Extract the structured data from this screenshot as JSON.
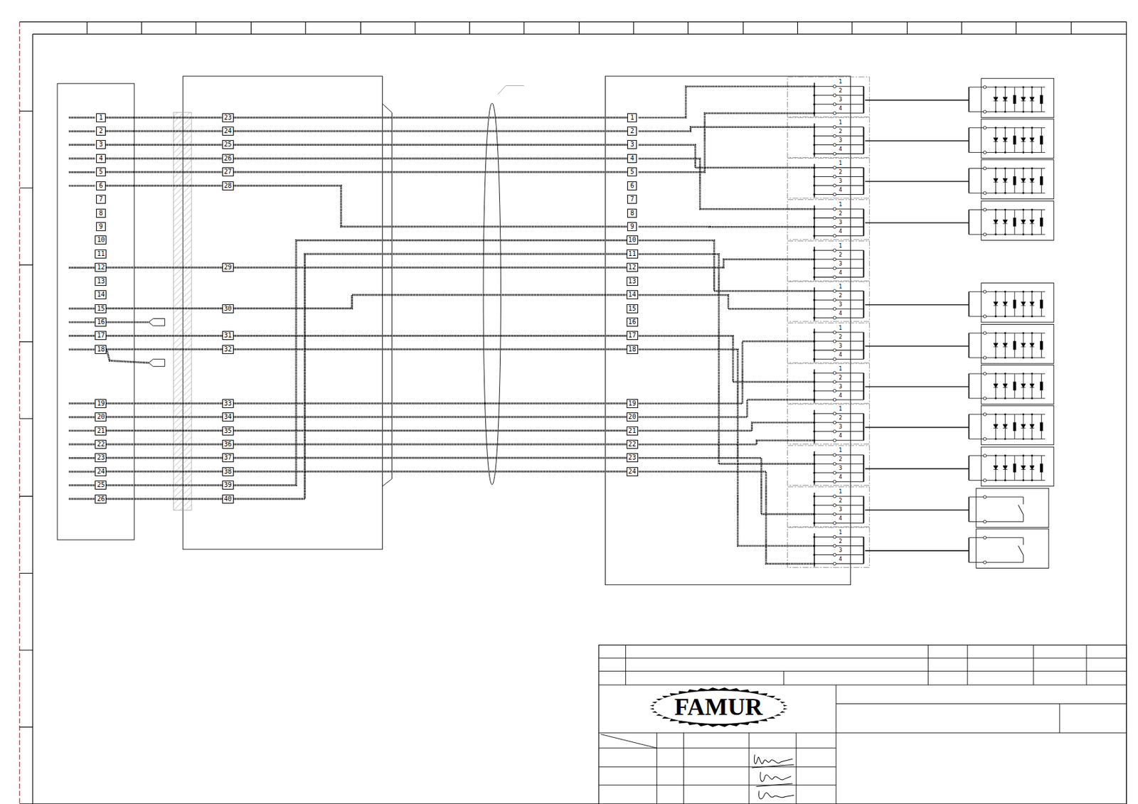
{
  "diagram": {
    "nodes": [
      {
        "text": [
          "1"
        ]
      },
      {
        "text": [
          "2"
        ]
      },
      {
        "text": [
          "3"
        ]
      },
      {
        "text": [
          "4"
        ]
      },
      {
        "text": [
          "5"
        ]
      },
      {
        "text": [
          "6"
        ]
      },
      {
        "text": [
          "7"
        ]
      },
      {
        "text": [
          "8"
        ]
      },
      {
        "text": [
          "9"
        ]
      },
      {
        "text": [
          "10"
        ]
      },
      {
        "text": [
          "11"
        ]
      },
      {
        "text": [
          "12"
        ]
      },
      {
        "text": [
          "13"
        ]
      },
      {
        "text": [
          "14"
        ]
      },
      {
        "text": [
          "15"
        ]
      },
      {
        "text": [
          "16"
        ]
      },
      {
        "text": [
          "17"
        ]
      },
      {
        "text": [
          "18"
        ]
      },
      {
        "text": [
          "19"
        ]
      },
      {
        "text": [
          "20"
        ]
      },
      {
        "text": [
          "21"
        ]
      },
      {
        "text": [
          "22"
        ]
      },
      {
        "text": [
          "23"
        ]
      },
      {
        "text": [
          "24"
        ]
      },
      {
        "text": [
          "25"
        ]
      },
      {
        "text": [
          "26"
        ]
      },
      {
        "text": [
          "23"
        ]
      },
      {
        "text": [
          "24"
        ]
      },
      {
        "text": [
          "25"
        ]
      },
      {
        "text": [
          "26"
        ]
      },
      {
        "text": [
          "27"
        ]
      },
      {
        "text": [
          "28"
        ]
      },
      {
        "text": [
          "29"
        ]
      },
      {
        "text": [
          "30"
        ]
      },
      {
        "text": [
          "31"
        ]
      },
      {
        "text": [
          "32"
        ]
      },
      {
        "text": [
          "33"
        ]
      },
      {
        "text": [
          "34"
        ]
      },
      {
        "text": [
          "35"
        ]
      },
      {
        "text": [
          "36"
        ]
      },
      {
        "text": [
          "37"
        ]
      },
      {
        "text": [
          "38"
        ]
      },
      {
        "text": [
          "39"
        ]
      },
      {
        "text": [
          "40"
        ]
      },
      {
        "text": [
          "1"
        ]
      },
      {
        "text": [
          "2"
        ]
      },
      {
        "text": [
          "3"
        ]
      },
      {
        "text": [
          "4"
        ]
      },
      {
        "text": [
          "5"
        ]
      },
      {
        "text": [
          "6"
        ]
      },
      {
        "text": [
          "7"
        ]
      },
      {
        "text": [
          "8"
        ]
      },
      {
        "text": [
          "9"
        ]
      },
      {
        "text": [
          "10"
        ]
      },
      {
        "text": [
          "11"
        ]
      },
      {
        "text": [
          "12"
        ]
      },
      {
        "text": [
          "13"
        ]
      },
      {
        "text": [
          "14"
        ]
      },
      {
        "text": [
          "15"
        ]
      },
      {
        "text": [
          "16"
        ]
      },
      {
        "text": [
          "17"
        ]
      },
      {
        "text": [
          "18"
        ]
      },
      {
        "text": [
          "19"
        ]
      },
      {
        "text": [
          "20"
        ]
      },
      {
        "text": [
          "21"
        ]
      },
      {
        "text": [
          "22"
        ]
      },
      {
        "text": [
          "23"
        ]
      },
      {
        "text": [
          "24"
        ]
      },
      {
        "text": [
          "FAMUR"
        ]
      }
    ],
    "edges": [
      {
        "from": 0,
        "to": 26,
        "arrow": "none"
      },
      {
        "from": 1,
        "to": 27,
        "arrow": "none"
      },
      {
        "from": 2,
        "to": 28,
        "arrow": "none"
      },
      {
        "from": 3,
        "to": 29,
        "arrow": "none"
      },
      {
        "from": 4,
        "to": 30,
        "arrow": "none"
      },
      {
        "from": 5,
        "to": 31,
        "arrow": "none"
      },
      {
        "from": 11,
        "to": 32,
        "arrow": "none"
      },
      {
        "from": 14,
        "to": 33,
        "arrow": "none"
      },
      {
        "from": 16,
        "to": 34,
        "arrow": "none"
      },
      {
        "from": 17,
        "to": 35,
        "arrow": "none"
      },
      {
        "from": 18,
        "to": 36,
        "arrow": "none"
      },
      {
        "from": 19,
        "to": 37,
        "arrow": "none"
      },
      {
        "from": 20,
        "to": 38,
        "arrow": "none"
      },
      {
        "from": 21,
        "to": 39,
        "arrow": "none"
      },
      {
        "from": 22,
        "to": 40,
        "arrow": "none"
      },
      {
        "from": 23,
        "to": 41,
        "arrow": "none"
      },
      {
        "from": 24,
        "to": 42,
        "arrow": "none"
      },
      {
        "from": 25,
        "to": 43,
        "arrow": "none"
      },
      {
        "from": 26,
        "to": 44,
        "arrow": "none"
      },
      {
        "from": 27,
        "to": 45,
        "arrow": "none"
      },
      {
        "from": 28,
        "to": 46,
        "arrow": "none"
      },
      {
        "from": 29,
        "to": 47,
        "arrow": "none"
      },
      {
        "from": 30,
        "to": 48,
        "arrow": "none"
      },
      {
        "from": 31,
        "to": 52,
        "arrow": "none"
      },
      {
        "from": 32,
        "to": 55,
        "arrow": "none"
      },
      {
        "from": 33,
        "to": 57,
        "arrow": "none"
      },
      {
        "from": 34,
        "to": 60,
        "arrow": "none"
      },
      {
        "from": 35,
        "to": 61,
        "arrow": "none"
      },
      {
        "from": 36,
        "to": 62,
        "arrow": "none"
      },
      {
        "from": 37,
        "to": 63,
        "arrow": "none"
      },
      {
        "from": 38,
        "to": 64,
        "arrow": "none"
      },
      {
        "from": 39,
        "to": 65,
        "arrow": "none"
      },
      {
        "from": 40,
        "to": 66,
        "arrow": "none"
      },
      {
        "from": 41,
        "to": 67,
        "arrow": "none"
      },
      {
        "from": 42,
        "to": 53,
        "arrow": "none"
      },
      {
        "from": 43,
        "to": 54,
        "arrow": "none"
      }
    ],
    "labels": [
      "1",
      "2",
      "3",
      "4",
      "1",
      "2",
      "3",
      "4",
      "1",
      "2",
      "3",
      "4",
      "1",
      "2",
      "3",
      "4",
      "1",
      "2",
      "3",
      "4",
      "1",
      "2",
      "3",
      "4",
      "1",
      "2",
      "3",
      "4",
      "1",
      "2",
      "3",
      "4",
      "1",
      "2",
      "3",
      "4",
      "1",
      "2",
      "3",
      "4",
      "1",
      "2",
      "3",
      "4",
      "1",
      "2",
      "3",
      "4"
    ]
  }
}
